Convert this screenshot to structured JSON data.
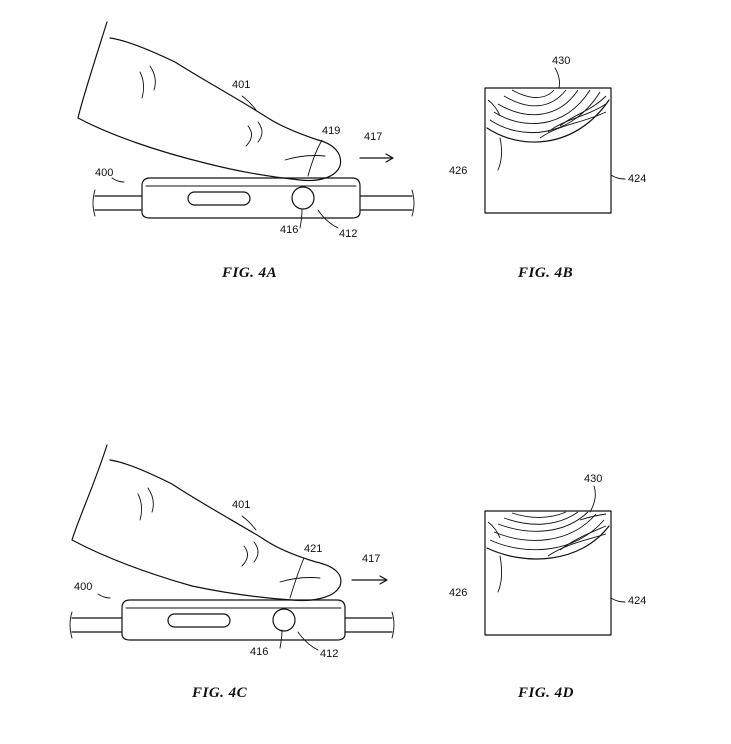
{
  "figures": {
    "fig4a": {
      "caption": "FIG. 4A",
      "refs": {
        "finger": "401",
        "device": "400",
        "contact": "419",
        "motion": "417",
        "button": "416",
        "crown": "412"
      }
    },
    "fig4b": {
      "caption": "FIG. 4B",
      "refs": {
        "print": "430",
        "edge": "426",
        "sensor": "424"
      }
    },
    "fig4c": {
      "caption": "FIG. 4C",
      "refs": {
        "finger": "401",
        "device": "400",
        "contact": "421",
        "motion": "417",
        "button": "416",
        "crown": "412"
      }
    },
    "fig4d": {
      "caption": "FIG. 4D",
      "refs": {
        "print": "430",
        "edge": "426",
        "sensor": "424"
      }
    }
  }
}
